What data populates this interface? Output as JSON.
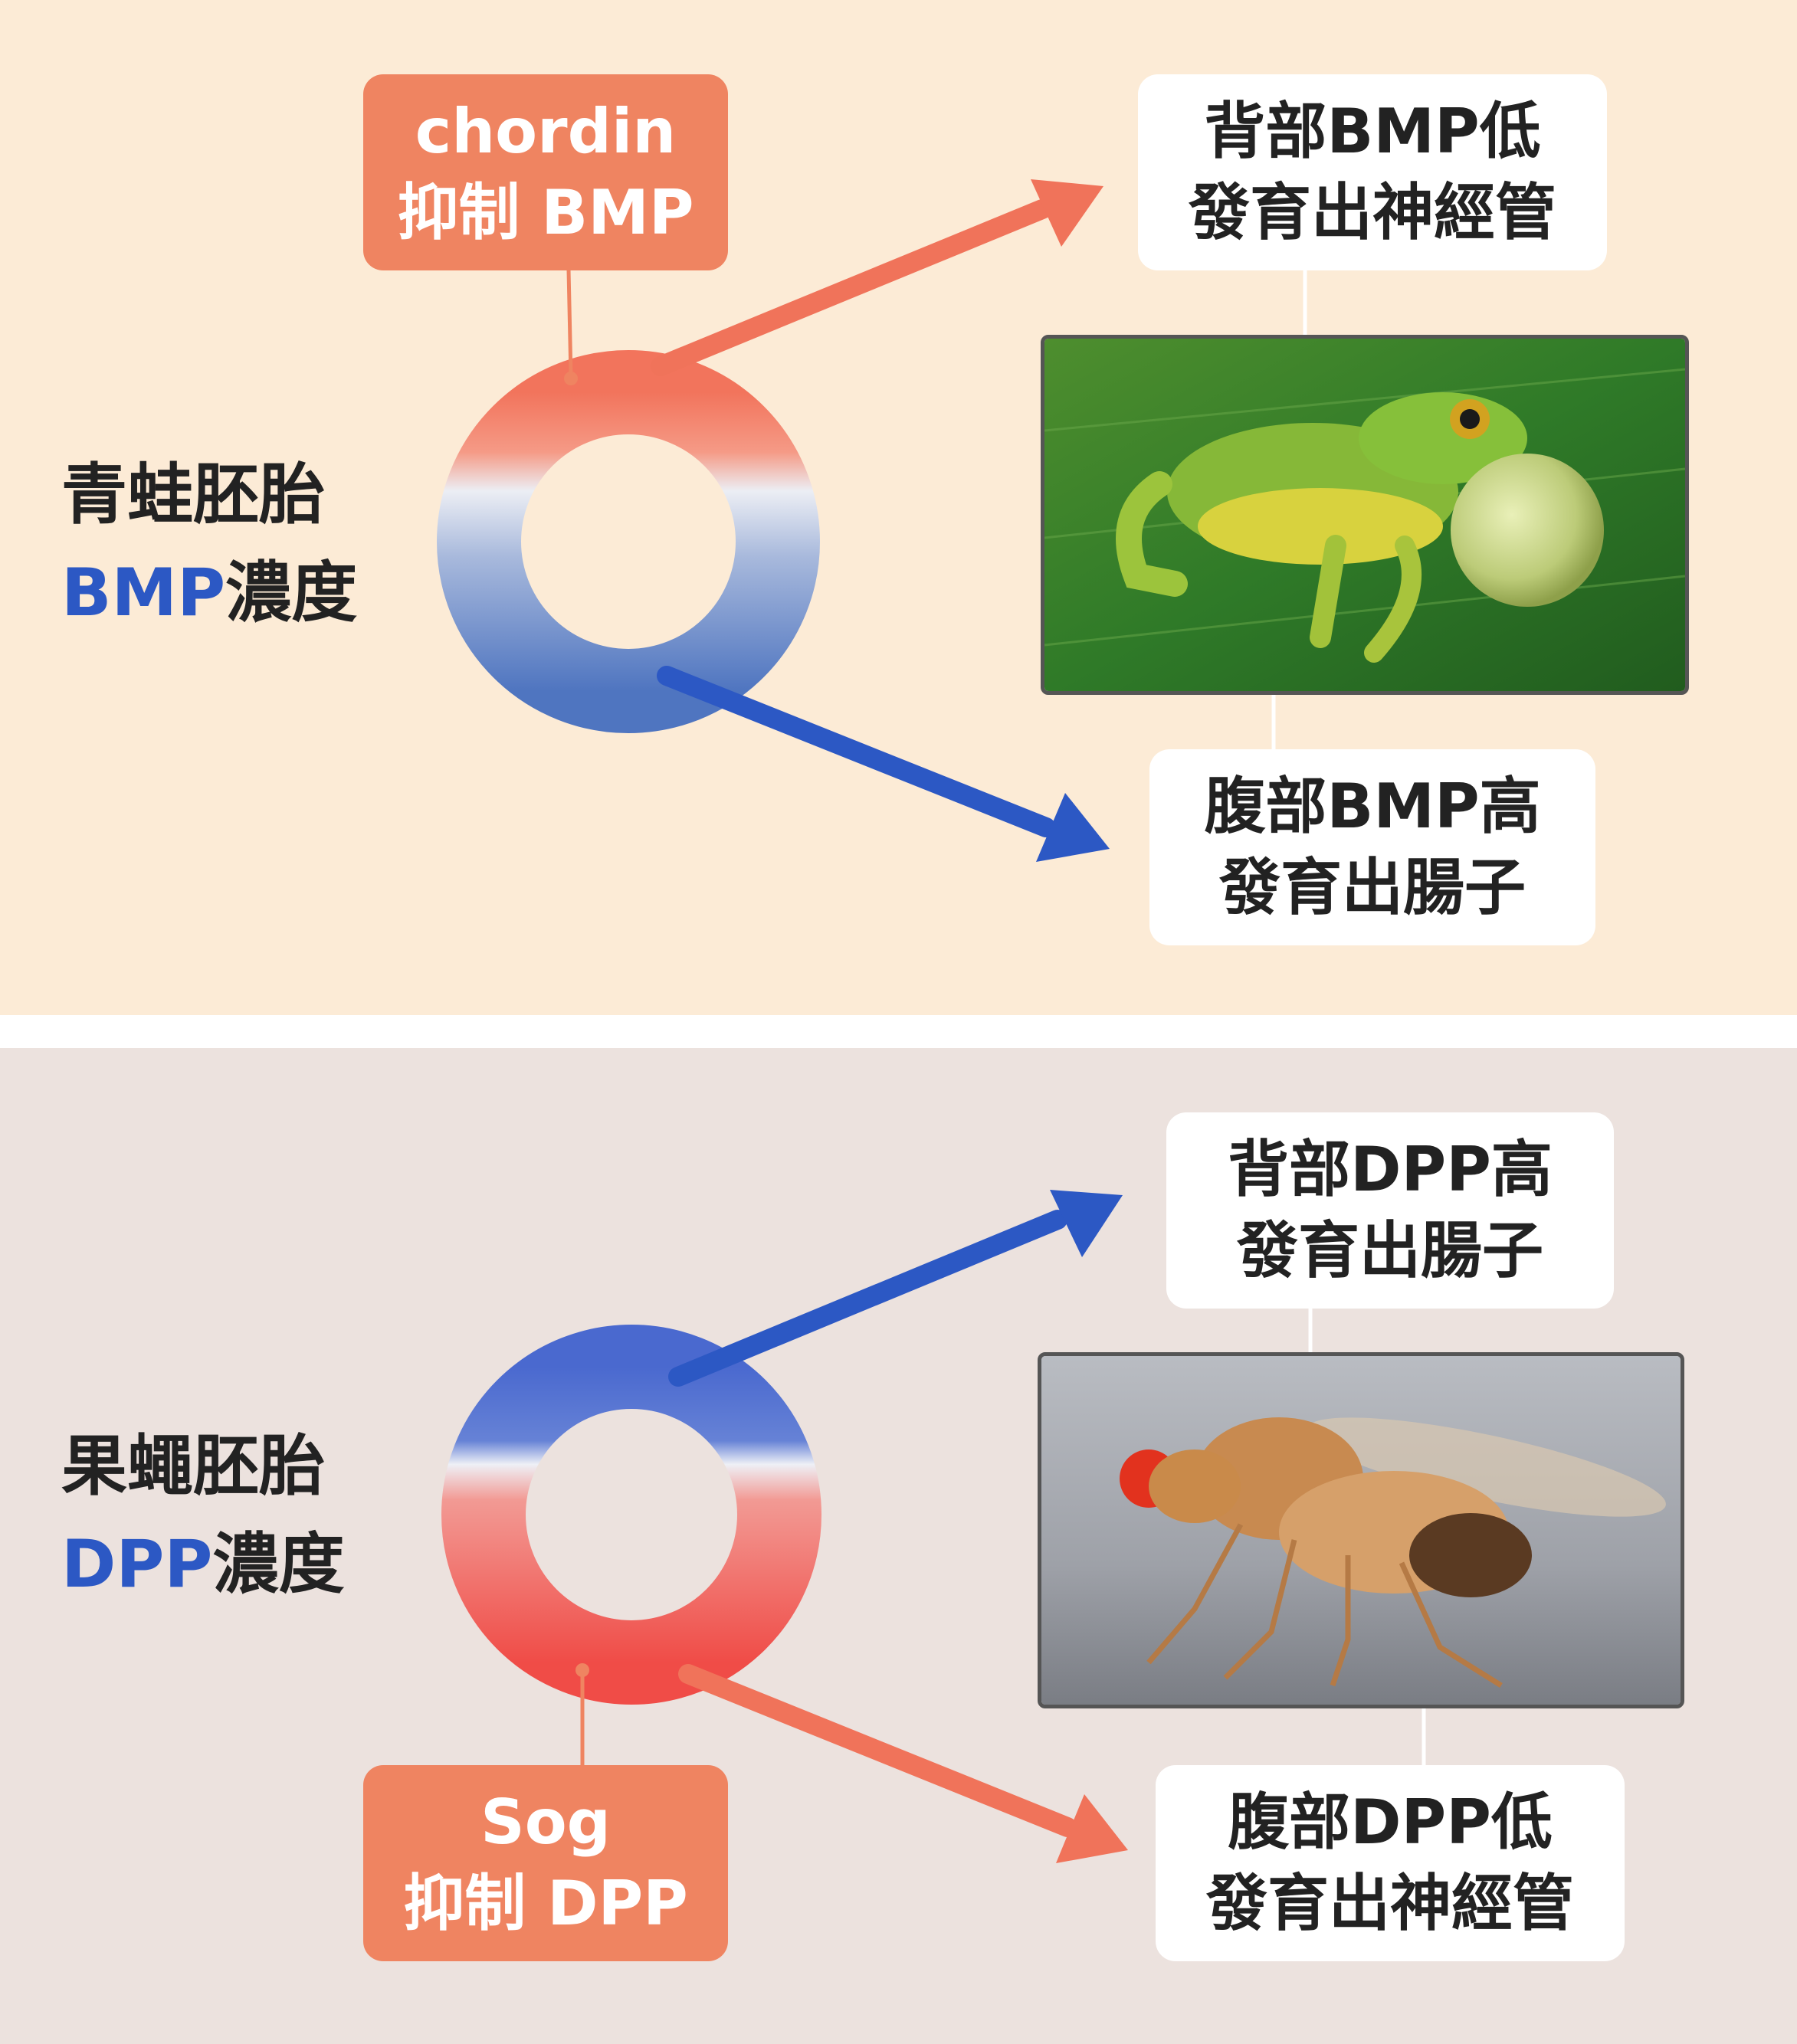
{
  "frog_panel": {
    "species": "青蛙胚胎",
    "gradient_name": "BMP",
    "gradient_suffix": "濃度",
    "inhibitor": {
      "line1": "chordin",
      "line2": "抑制 BMP"
    },
    "dorsal": {
      "line1": "背部BMP低",
      "line2": "發育出神經管"
    },
    "ventral": {
      "line1": "腹部BMP高",
      "line2": "發育出腸子"
    },
    "photo_subject": "frog"
  },
  "fly_panel": {
    "species": "果蠅胚胎",
    "gradient_name": "DPP",
    "gradient_suffix": "濃度",
    "inhibitor": {
      "line1": "Sog",
      "line2": "抑制 DPP"
    },
    "dorsal": {
      "line1": "背部DPP高",
      "line2": "發育出腸子"
    },
    "ventral": {
      "line1": "腹部DPP低",
      "line2": "發育出神經管"
    },
    "photo_subject": "fruit-fly"
  },
  "colors": {
    "high_blue": "#2c58c4",
    "low_red": "#f0735a",
    "inhibitor_orange": "#ef8461",
    "frog_bg": "#fcebd6",
    "fly_bg": "#ece2de"
  }
}
